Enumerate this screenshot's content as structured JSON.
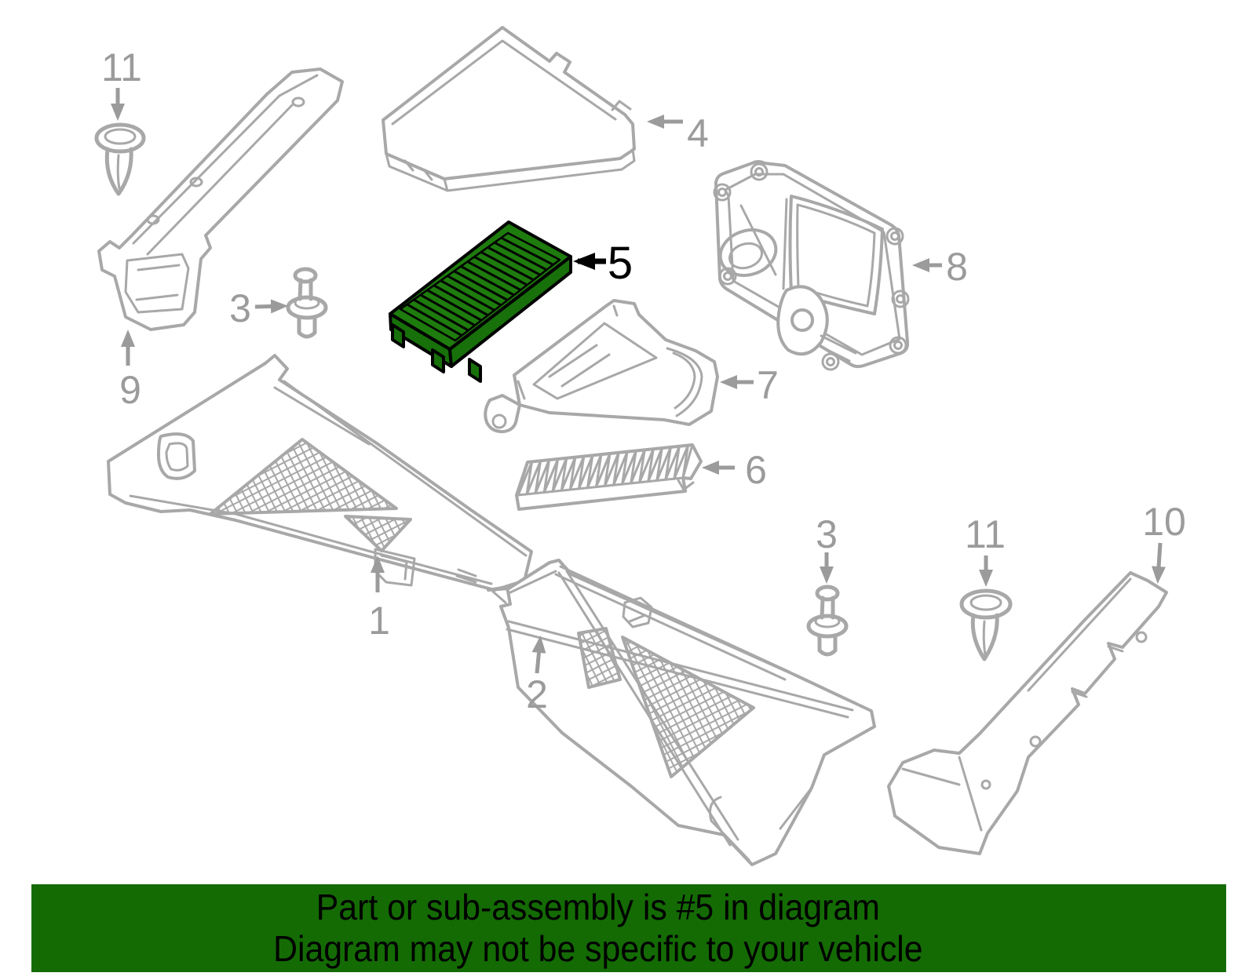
{
  "diagram": {
    "highlighted_part": "5",
    "callouts": [
      {
        "id": "11-left",
        "label": "11",
        "highlighted": false
      },
      {
        "id": "9",
        "label": "9",
        "highlighted": false
      },
      {
        "id": "3-left",
        "label": "3",
        "highlighted": false
      },
      {
        "id": "4",
        "label": "4",
        "highlighted": false
      },
      {
        "id": "5",
        "label": "5",
        "highlighted": true
      },
      {
        "id": "8",
        "label": "8",
        "highlighted": false
      },
      {
        "id": "7",
        "label": "7",
        "highlighted": false
      },
      {
        "id": "6",
        "label": "6",
        "highlighted": false
      },
      {
        "id": "1",
        "label": "1",
        "highlighted": false
      },
      {
        "id": "2",
        "label": "2",
        "highlighted": false
      },
      {
        "id": "3-right",
        "label": "3",
        "highlighted": false
      },
      {
        "id": "11-right",
        "label": "11",
        "highlighted": false
      },
      {
        "id": "10",
        "label": "10",
        "highlighted": false
      }
    ],
    "colors": {
      "line": "#A8A8A8",
      "label": "#9B9B9B",
      "highlight_fill": "#1E7B0D",
      "highlight_side": "#17700A",
      "highlight_outline": "#000000"
    },
    "part5_pleat_count": 16,
    "part6_pleat_count": 19
  },
  "banner": {
    "line1": "Part or sub-assembly is #5 in diagram",
    "line2": "Diagram may not be specific to your vehicle",
    "background": "#146B04",
    "text_color": "#000000"
  }
}
